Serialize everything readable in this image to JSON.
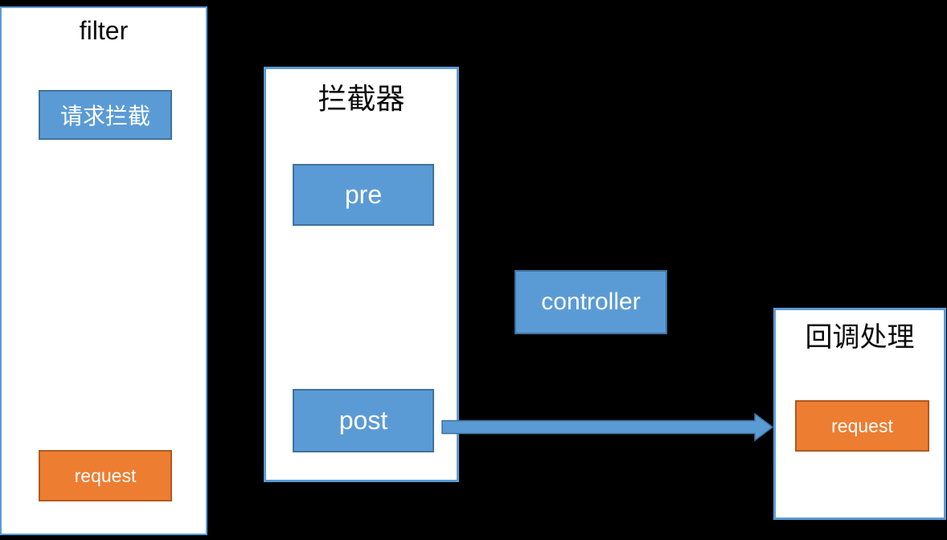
{
  "diagram": {
    "background": "#000000",
    "panels": {
      "filter": {
        "title": "filter"
      },
      "interceptor": {
        "title": "拦截器"
      },
      "callback": {
        "title": "回调处理"
      }
    },
    "nodes": {
      "request_intercept": {
        "label": "请求拦截",
        "style": "blue"
      },
      "filter_request": {
        "label": "request",
        "style": "orange"
      },
      "pre": {
        "label": "pre",
        "style": "blue"
      },
      "post": {
        "label": "post",
        "style": "blue"
      },
      "controller": {
        "label": "controller",
        "style": "blue"
      },
      "callback_request": {
        "label": "request",
        "style": "orange"
      }
    },
    "arrows": [
      {
        "from": "post",
        "to": "callback",
        "direction": "right"
      }
    ],
    "colors": {
      "blue_fill": "#5B9BD5",
      "blue_border": "#41719C",
      "orange_fill": "#ED7D31",
      "orange_border": "#B05A1F",
      "panel_border": "#5B9BD5",
      "panel_background": "#FFFFFF",
      "title_text": "#0A0A0A",
      "node_text": "#FFFFFF"
    }
  }
}
